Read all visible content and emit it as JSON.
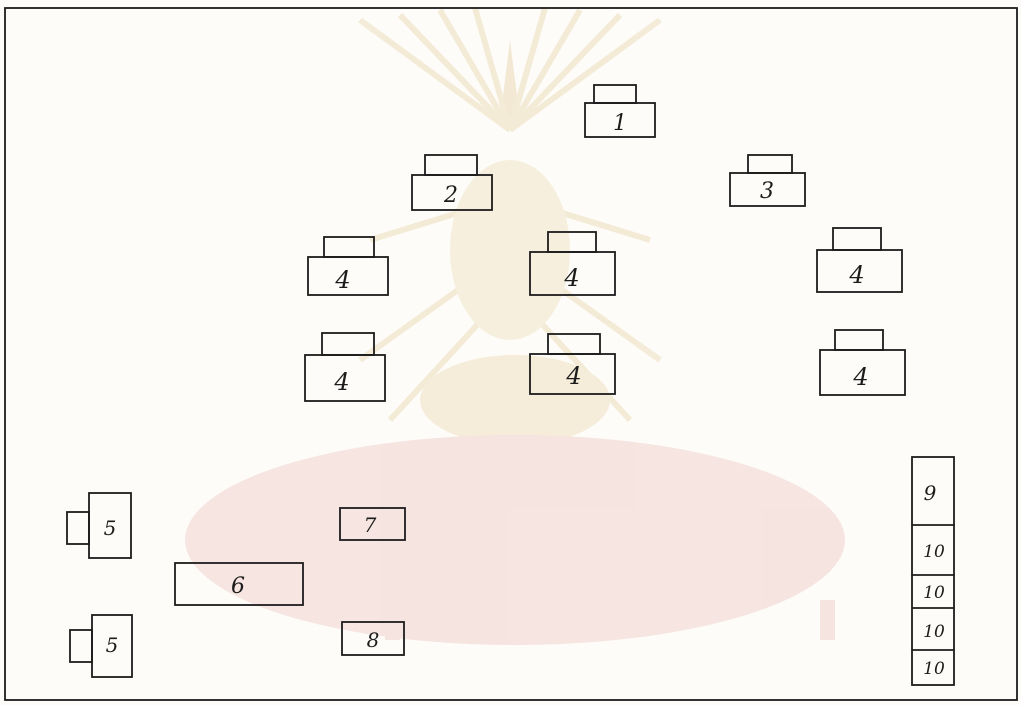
{
  "title": "",
  "watermark": {
    "description": "university seal",
    "color": "#c9a76a"
  },
  "desks": [
    {
      "id": "desk-1",
      "label": "1"
    },
    {
      "id": "desk-2",
      "label": "2"
    },
    {
      "id": "desk-3",
      "label": "3"
    },
    {
      "id": "desk-4a",
      "label": "4"
    },
    {
      "id": "desk-4b",
      "label": "4"
    },
    {
      "id": "desk-4c",
      "label": "4"
    },
    {
      "id": "desk-4d",
      "label": "4"
    },
    {
      "id": "desk-4e",
      "label": "4"
    },
    {
      "id": "desk-4f",
      "label": "4"
    },
    {
      "id": "desk-5a",
      "label": "5"
    },
    {
      "id": "desk-5b",
      "label": "5"
    },
    {
      "id": "table-6",
      "label": "6"
    },
    {
      "id": "item-7",
      "label": "7"
    },
    {
      "id": "item-8",
      "label": "8"
    },
    {
      "id": "cabinet-9",
      "label": "9"
    },
    {
      "id": "cabinet-10a",
      "label": "10"
    },
    {
      "id": "cabinet-10b",
      "label": "10"
    },
    {
      "id": "cabinet-10c",
      "label": "10"
    },
    {
      "id": "cabinet-10d",
      "label": "10"
    }
  ]
}
